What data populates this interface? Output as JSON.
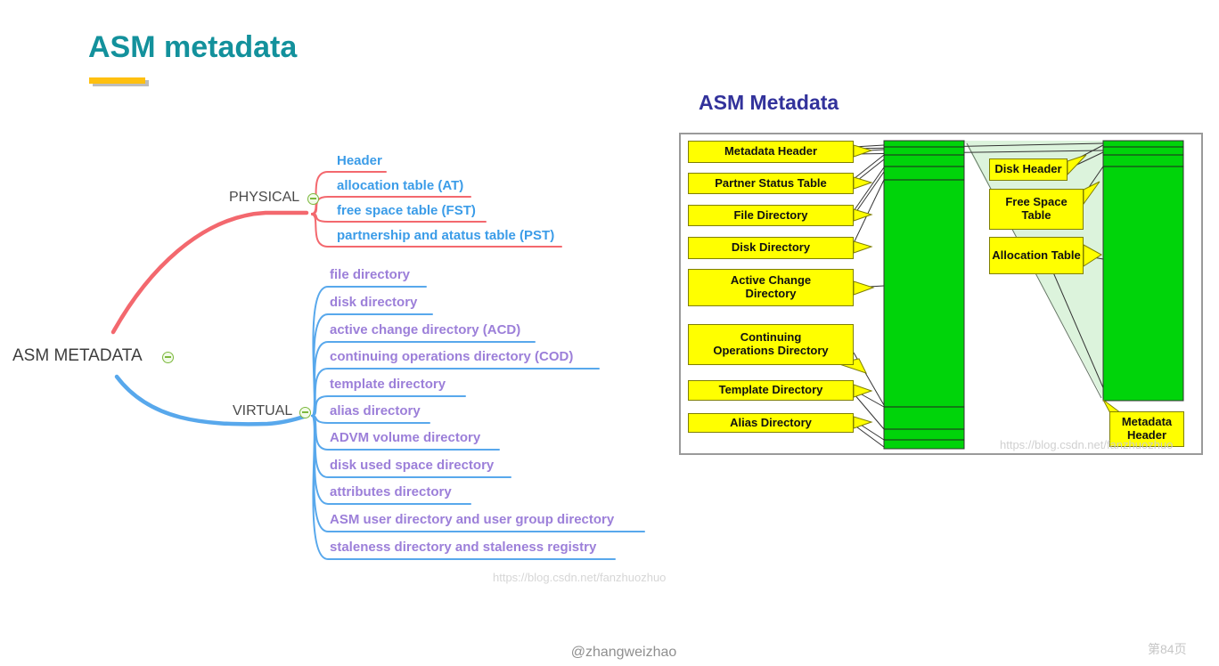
{
  "slide": {
    "title": "ASM metadata",
    "footer": "@zhangweizhao",
    "page_number": "第84页",
    "watermark_mid": "https://blog.csdn.net/fanzhuozhuo",
    "watermark_diagram": "https://blog.csdn.net/fanzhuozhuo"
  },
  "mindmap": {
    "root": "ASM METADATA",
    "branches": [
      {
        "label": "PHYSICAL",
        "children": [
          "Header",
          "allocation table (AT)",
          "free space table (FST)",
          "partnership and atatus table (PST)"
        ]
      },
      {
        "label": "VIRTUAL",
        "children": [
          "file directory",
          "disk directory",
          "active change directory (ACD)",
          "continuing operations directory (COD)",
          "template directory",
          "alias directory",
          "ADVM volume directory",
          "disk used space directory",
          "attributes directory",
          "ASM user directory and user group directory",
          "staleness directory and staleness registry"
        ]
      }
    ],
    "colors": {
      "physical_line": "#f3686e",
      "virtual_line": "#58a8ec",
      "physical_text": "#3b9ce8",
      "virtual_text": "#9c7fd9",
      "collapse_icon": "#7cb83d"
    }
  },
  "diagram": {
    "title": "ASM Metadata",
    "left_boxes": [
      "Metadata Header",
      "Partner Status Table",
      "File Directory",
      "Disk Directory",
      "Active Change Directory",
      "Continuing Operations Directory",
      "Template Directory",
      "Alias Directory"
    ],
    "right_boxes": [
      "Disk Header",
      "Free Space Table",
      "Allocation Table"
    ],
    "bottom_right_box": "Metadata Header",
    "colors": {
      "box_fill": "#ffff00",
      "column_green": "#00d40a",
      "pale_green": "#dcf3dc",
      "title": "#32329b",
      "slide_title": "#13919c",
      "title_underline": "#ffc010"
    }
  }
}
